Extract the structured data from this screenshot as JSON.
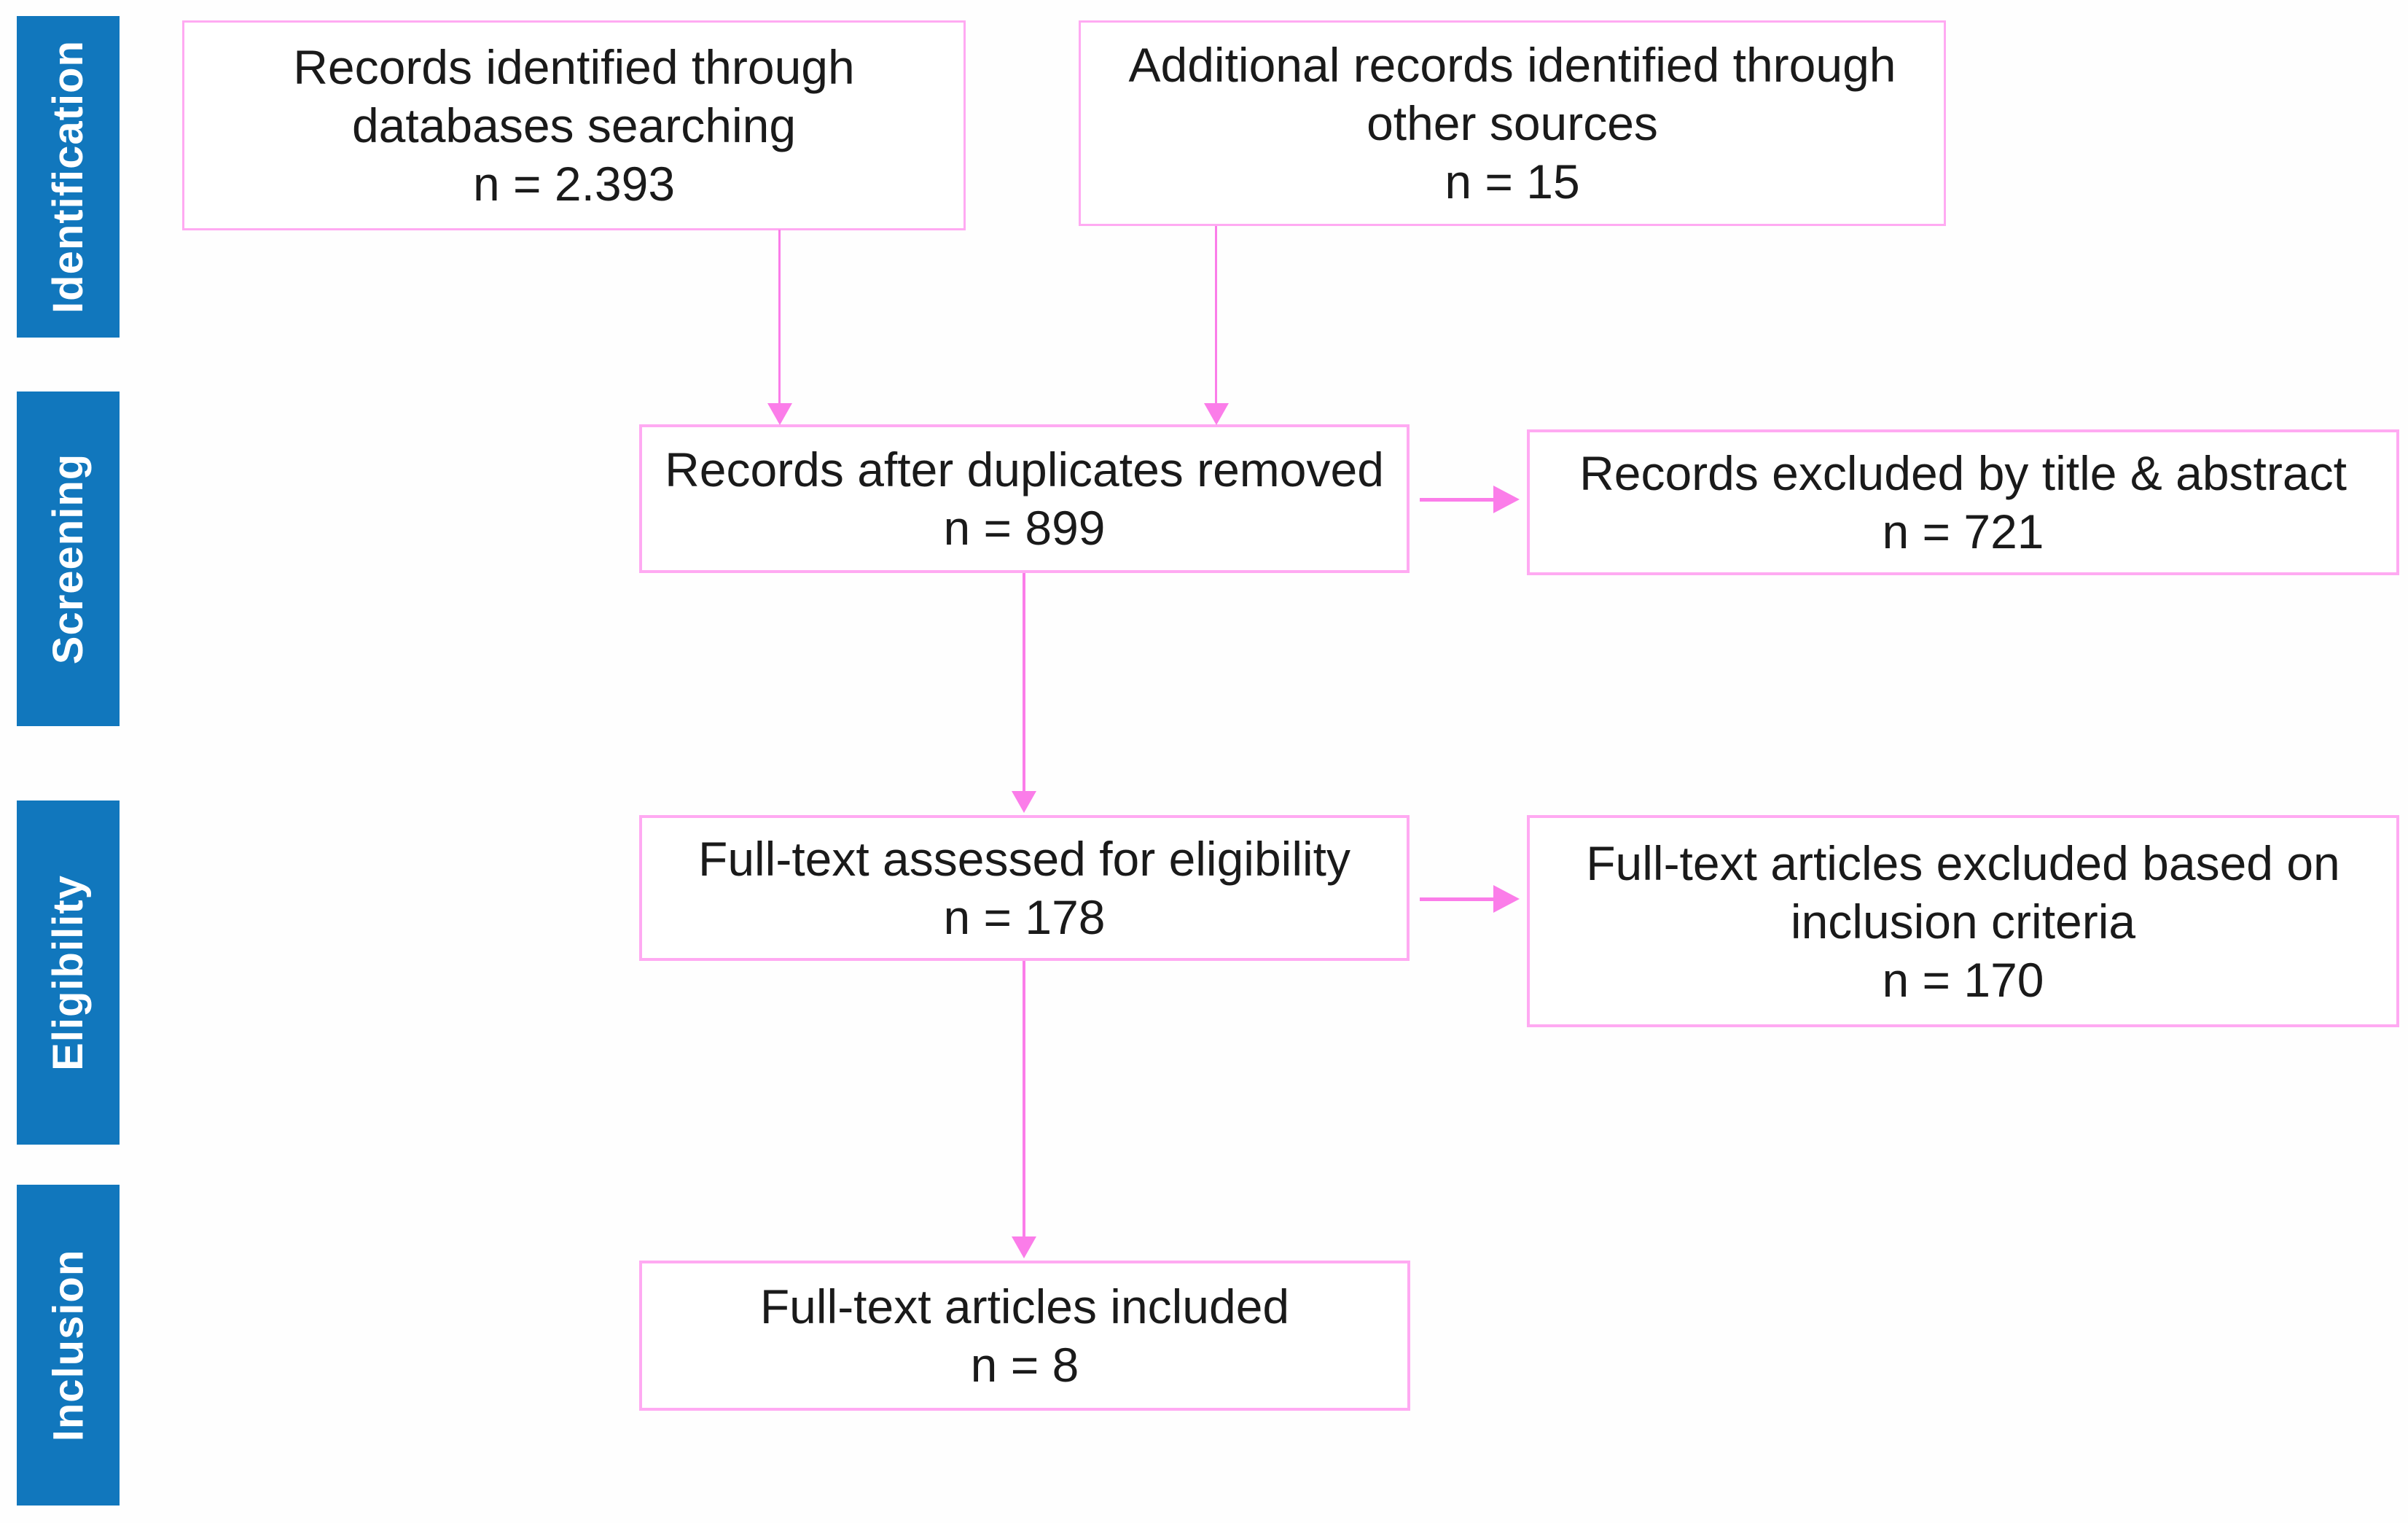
{
  "colors": {
    "stage_blue": "#1177bd",
    "stage_text": "#ffffff",
    "box_border": "#ffaaf2",
    "arrow_pink": "#fb7de9",
    "ink": "#1a1a1a"
  },
  "stages": [
    {
      "label": "Identification"
    },
    {
      "label": "Screening"
    },
    {
      "label": "Eligibility"
    },
    {
      "label": "Inclusion"
    }
  ],
  "boxes": {
    "identified": {
      "lines": [
        "Records identified through",
        "databases searching",
        "n = 2.393"
      ]
    },
    "additional": {
      "lines": [
        "Additional records identified through",
        "other sources",
        "n = 15"
      ]
    },
    "duplicates_removed": {
      "lines": [
        "Records after duplicates removed",
        "n = 899"
      ]
    },
    "excluded_title_abstract": {
      "lines": [
        "Records excluded by title & abstract",
        "n = 721"
      ]
    },
    "fulltext_assessed": {
      "lines": [
        "Full-text assessed for eligibility",
        "n = 178"
      ]
    },
    "fulltext_excluded": {
      "lines": [
        "Full-text articles excluded based on",
        "inclusion criteria",
        "n = 170"
      ]
    },
    "fulltext_included": {
      "lines": [
        "Full-text articles included",
        "n = 8"
      ]
    }
  }
}
